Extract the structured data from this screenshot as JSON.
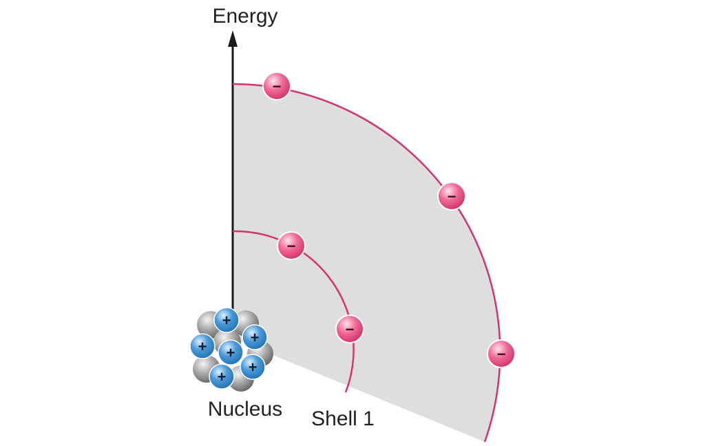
{
  "diagram": {
    "axis_label": "Energy",
    "nucleus_label": "Nucleus",
    "shell_label": "Shell 1",
    "electron_symbol": "−",
    "proton_symbol": "+",
    "colors": {
      "shell_fill": "#dedede",
      "orbit": "#d6336c",
      "electron": "#f06a95",
      "electron_dark": "#c92d62",
      "proton": "#4a9ad8",
      "proton_dark": "#1f6fb2",
      "neutron": "#a6a6a6",
      "neutron_dark": "#5e5e5e",
      "axis": "#1a1a1a",
      "text": "#231f20"
    }
  }
}
